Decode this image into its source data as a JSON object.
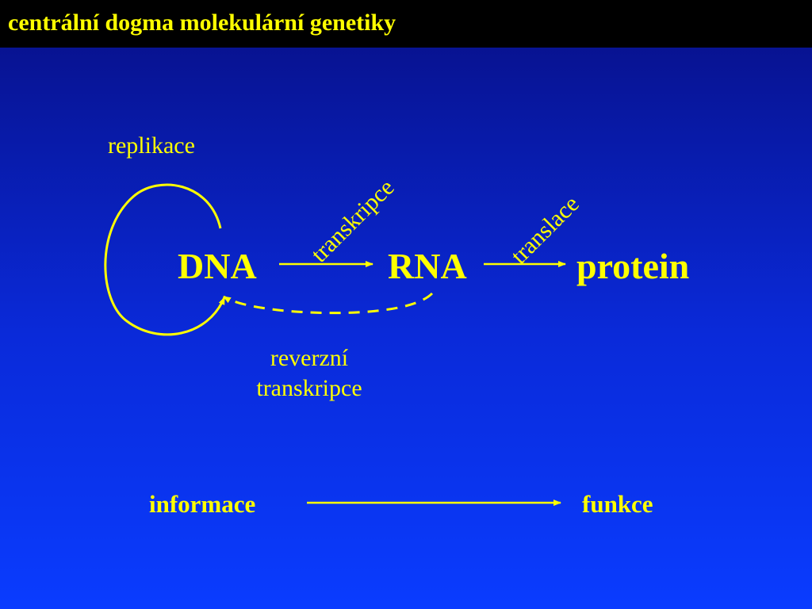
{
  "title": "centrální dogma molekulární genetiky",
  "nodes": {
    "dna": "DNA",
    "rna": "RNA",
    "protein": "protein"
  },
  "processes": {
    "replication": "replikace",
    "transcription": "transkripce",
    "translation": "translace",
    "reverse_transcription_line1": "reverzní",
    "reverse_transcription_line2": "transkripce"
  },
  "bottom": {
    "information": "informace",
    "function": "funkce"
  },
  "colors": {
    "text": "#ffff00",
    "background_top": "#070f86",
    "background_bottom": "#0a3cff",
    "title_bar": "#000000"
  }
}
